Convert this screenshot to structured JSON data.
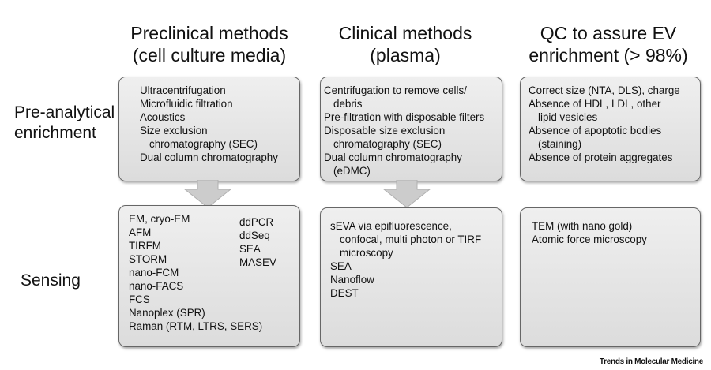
{
  "columns": {
    "preclinical": {
      "title_line1": "Preclinical methods",
      "title_line2": "(cell culture media)"
    },
    "clinical": {
      "title_line1": "Clinical methods",
      "title_line2": "(plasma)"
    },
    "qc": {
      "title_line1": "QC to assure EV",
      "title_line2": "enrichment (> 98%)"
    }
  },
  "rows": {
    "pre_analytical": {
      "line1": "Pre-analytical",
      "line2": "enrichment"
    },
    "sensing": {
      "label": "Sensing"
    }
  },
  "boxes": {
    "preclinical_enrichment": [
      "Ultracentrifugation",
      "Microfluidic filtration",
      "Acoustics",
      "Size exclusion",
      "chromatography (SEC)",
      "Dual column chromatography"
    ],
    "clinical_enrichment": [
      "Centrifugation to remove cells/",
      "debris",
      "Pre-filtration with disposable filters",
      "Disposable size exclusion",
      "chromatography (SEC)",
      "Dual column chromatography",
      "(eDMC)"
    ],
    "qc_enrichment": [
      "Correct size (NTA, DLS), charge",
      "Absence of HDL, LDL, other",
      "lipid vesicles",
      "Absence of apoptotic bodies",
      "(staining)",
      "Absence of protein aggregates"
    ],
    "preclinical_sensing_left": [
      "EM, cryo-EM",
      "AFM",
      "TIRFM",
      "STORM",
      "nano-FCM",
      "nano-FACS",
      "FCS",
      "Nanoplex (SPR)",
      "Raman (RTM, LTRS, SERS)"
    ],
    "preclinical_sensing_right": [
      "ddPCR",
      "ddSeq",
      "SEA",
      "MASEV"
    ],
    "clinical_sensing": [
      "sEVA via epifluorescence,",
      "confocal, multi photon or TIRF",
      "microscopy",
      "SEA",
      "Nanoflow",
      "DEST"
    ],
    "qc_sensing": [
      "TEM (with nano gold)",
      "Atomic force microscopy"
    ]
  },
  "footer": "Trends in Molecular Medicine",
  "colors": {
    "box_fill": "#e6e6e6",
    "box_border": "#666666",
    "arrow": "#cccccc"
  }
}
